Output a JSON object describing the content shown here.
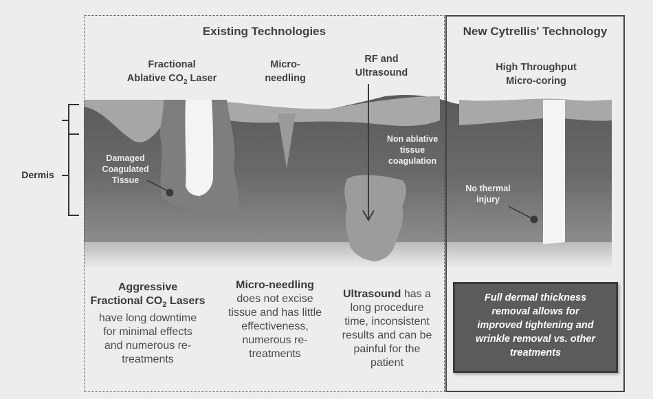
{
  "headers": {
    "existing": "Existing Technologies",
    "new": "New Cytrellis' Technology"
  },
  "columns": {
    "co2": {
      "line1": "Fractional",
      "line2_prefix": "Ablative CO",
      "line2_sub": "2",
      "line2_suffix": " Laser"
    },
    "microneedling": {
      "line1": "Micro-",
      "line2": "needling"
    },
    "rf": {
      "line1": "RF and",
      "line2": "Ultrasound"
    },
    "microcoring": {
      "line1": "High Throughput",
      "line2": "Micro-coring"
    }
  },
  "labels": {
    "dermis": "Dermis",
    "damaged": [
      "Damaged",
      "Coagulated",
      "Tissue"
    ],
    "non_ablative": [
      "Non ablative",
      "tissue",
      "coagulation"
    ],
    "no_thermal": [
      "No thermal",
      "injury"
    ]
  },
  "descriptions": {
    "co2": {
      "bold1": "Aggressive",
      "bold2_prefix": "Fractional CO",
      "bold2_sub": "2",
      "bold2_suffix": " Lasers",
      "rest": [
        "have long downtime",
        "for minimal effects",
        "and numerous re-",
        "treatments"
      ]
    },
    "microneedling": {
      "bold": "Micro-needling",
      "rest": [
        "does not excise",
        "tissue and has little",
        "effectiveness,",
        "numerous re-",
        "treatments"
      ]
    },
    "ultrasound": {
      "bold": "Ultrasound",
      "line1_rest": " has a",
      "rest": [
        "long procedure",
        "time, inconsistent",
        "results and can be",
        "painful for the",
        "patient"
      ]
    }
  },
  "callout": [
    "Full dermal thickness",
    "removal allows for",
    "improved tightening and",
    "wrinkle removal vs. other",
    "treatments"
  ],
  "colors": {
    "epidermis": "#a9a9a9",
    "dermis_top": "#606060",
    "dermis_bottom": "#8a8a8a",
    "background": "#ededed",
    "callout_bg": "#5b5b5b"
  }
}
